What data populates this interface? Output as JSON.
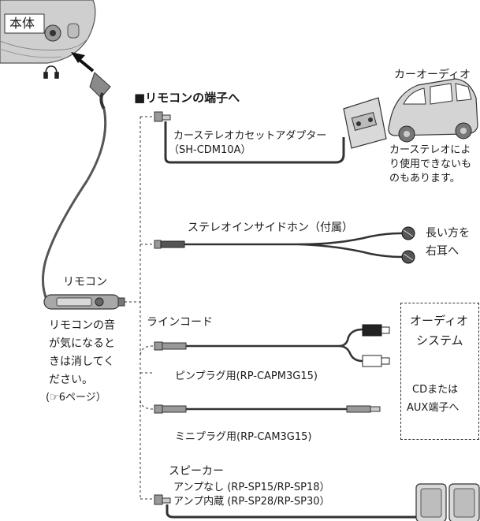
{
  "main_unit_label": "本体",
  "remote_jack_heading": "■リモコンの端子へ",
  "car_audio": {
    "title": "カーオーディオ",
    "adapter_label": "カーステレオカセットアダプター",
    "adapter_model": "（SH-CDM10A）",
    "note_line1": "カーステレオによ",
    "note_line2": "り使用できないも",
    "note_line3": "のもあります。"
  },
  "earphones": {
    "label": "ステレオインサイドホン（付属）",
    "note_line1": "長い方を",
    "note_line2": "右耳へ"
  },
  "remote": {
    "label": "リモコン",
    "note_line1": "リモコンの音",
    "note_line2": "が気になると",
    "note_line3": "きは消してく",
    "note_line4": "ださい。",
    "note_line5": "(☞6ページ）"
  },
  "line_cord": {
    "label": "ラインコード",
    "pin_plug": "ピンプラグ用(RP-CAPM3G15)",
    "mini_plug": "ミニプラグ用(RP-CAM3G15)"
  },
  "audio_system": {
    "line1": "オーディオ",
    "line2": "システム",
    "line3": "CDまたは",
    "line4": "AUX端子へ"
  },
  "speaker": {
    "label": "スピーカー",
    "no_amp": "アンプなし (RP-SP15/RP-SP18）",
    "with_amp": "アンプ内蔵 (RP-SP28/RP-SP30）"
  },
  "icons": [
    "headphone-icon",
    "arrow-icon",
    "car-icon",
    "cassette-icon",
    "earbud-icon",
    "rca-plug-icon",
    "speaker-icon"
  ]
}
